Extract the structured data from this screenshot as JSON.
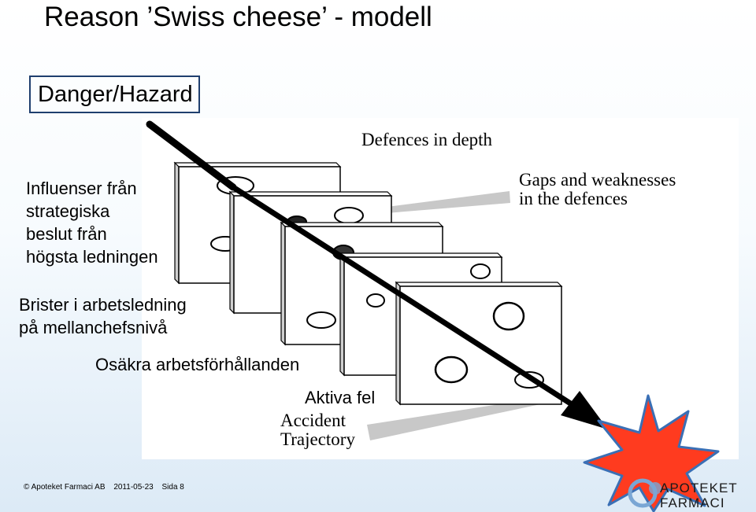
{
  "slide": {
    "title": "Reason ’Swiss cheese’ - modell",
    "hazard_label": "Danger/Hazard",
    "influence_lines": [
      "Influenser från",
      "strategiska",
      "beslut från",
      "högsta ledningen"
    ],
    "brister_lines": [
      "Brister i arbetsledning",
      "på mellanchefsnivå"
    ],
    "osakra_label": "Osäkra arbetsförhållanden",
    "aktiva_label": "Aktiva fel"
  },
  "diagram": {
    "defences_label": "Defences in depth",
    "gaps_lines": [
      "Gaps and weaknesses",
      "in the defences"
    ],
    "accident_lines": [
      "Accident",
      "Trajectory"
    ],
    "colors": {
      "explosion": "#ff3b1f",
      "arrow": "#000000",
      "beam": "#c8c8c8"
    }
  },
  "footer": {
    "copyright": "© Apoteket Farmaci AB",
    "date": "2011-05-23",
    "page": "Sida 8"
  },
  "logo": {
    "line1": "APOTEKET",
    "line2": "FARMACI"
  }
}
